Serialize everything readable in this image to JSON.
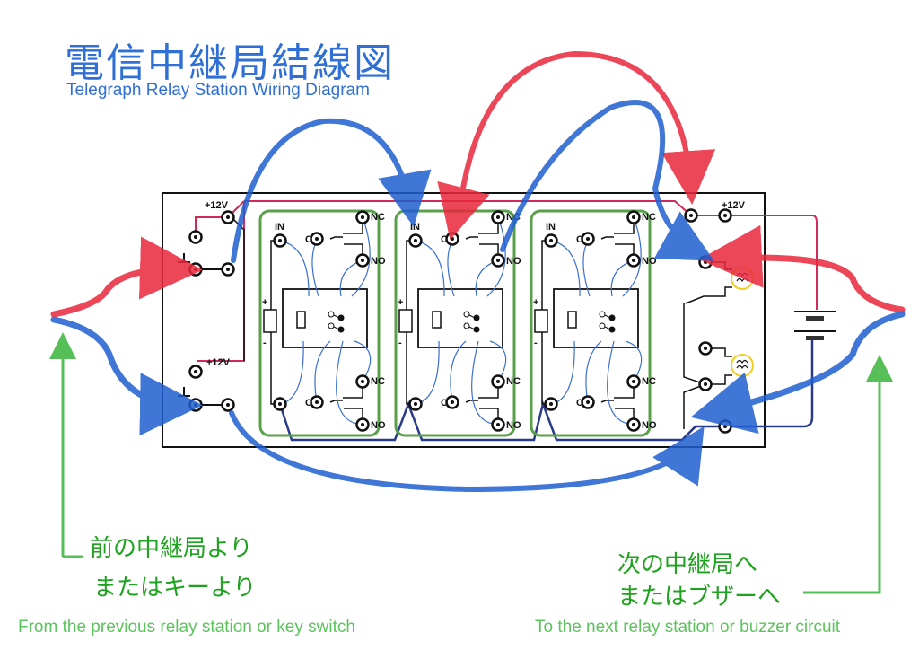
{
  "title": {
    "japanese": "電信中継局結線図",
    "english": "Telegraph Relay Station Wiring Diagram"
  },
  "board": {
    "voltage_labels": [
      "+12V",
      "+12V",
      "+12V"
    ],
    "relay_modules": [
      {
        "name": "relay-1",
        "terminals": {
          "in": "IN",
          "c_top": "C",
          "nc_top": "NC",
          "no_top": "NO",
          "c_bottom": "C",
          "nc_bottom": "NC",
          "no_bottom": "NO"
        }
      },
      {
        "name": "relay-2",
        "terminals": {
          "in": "IN",
          "c_top": "C",
          "nc_top": "NC",
          "no_top": "NO",
          "c_bottom": "C",
          "nc_bottom": "NC",
          "no_bottom": "NO"
        }
      },
      {
        "name": "relay-3",
        "terminals": {
          "in": "IN",
          "c_top": "C",
          "nc_top": "NC",
          "no_top": "NO",
          "c_bottom": "C",
          "nc_bottom": "NC",
          "no_bottom": "NO"
        }
      }
    ],
    "coil_polarity": [
      "+",
      "-"
    ]
  },
  "notes": {
    "left_jp_line1": "前の中継局より",
    "left_jp_line2": "またはキーより",
    "left_en": "From the previous relay station or key switch",
    "right_jp_line1": "次の中継局へ",
    "right_jp_line2": "またはブザーへ",
    "right_en": "To the next relay station or buzzer circuit"
  },
  "colors": {
    "red_wire": "#e8283c",
    "blue_wire": "#1f5fd0",
    "green_module": "#5aa04a",
    "power_line": "#d2285a",
    "ground_line": "#2a3a8a",
    "lamp_ring": "#f0d020",
    "annotation": "#1fa21f"
  }
}
